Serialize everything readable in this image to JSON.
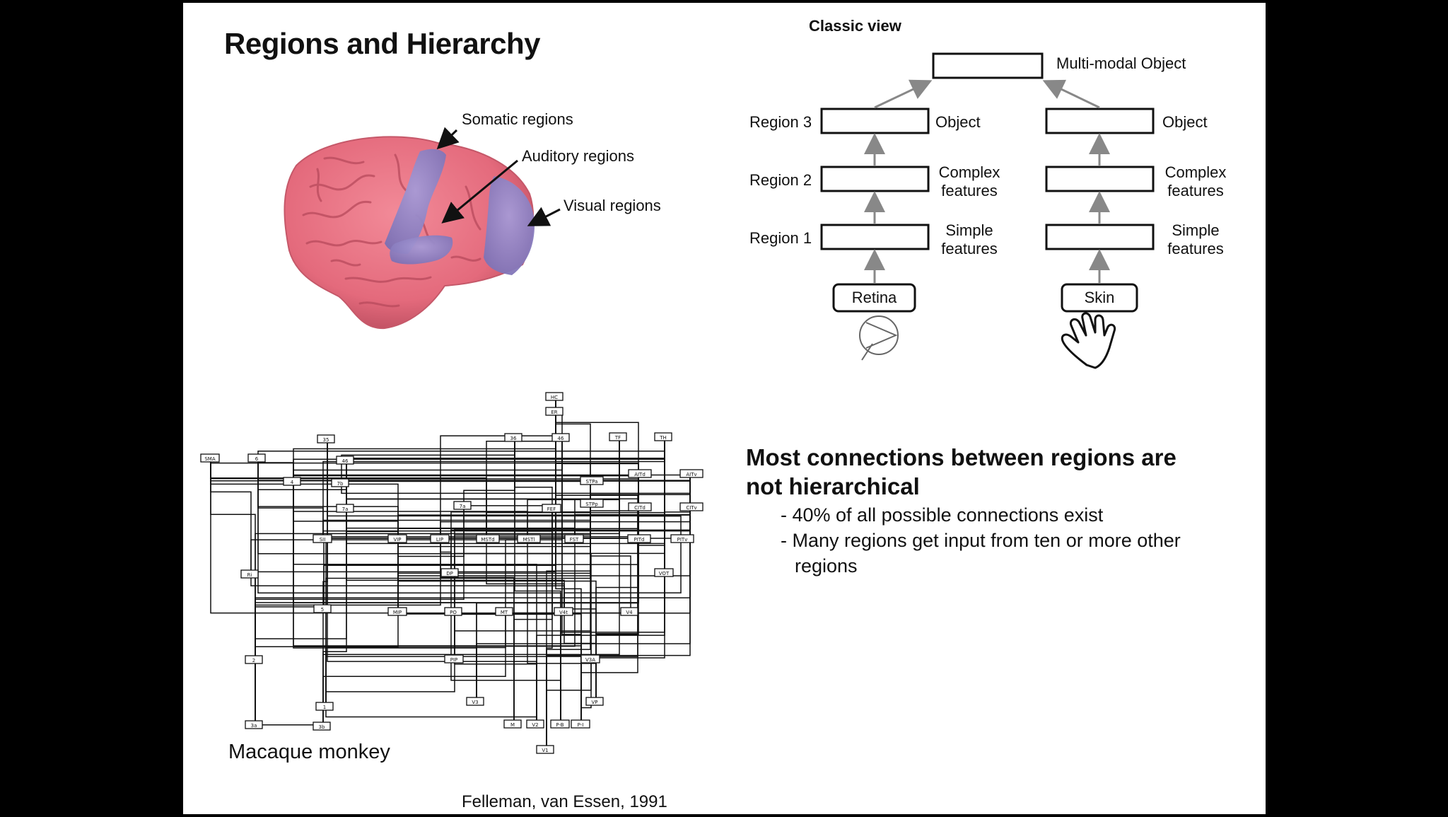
{
  "slide": {
    "title": "Regions and Hierarchy",
    "citation": "Felleman, van Essen, 1991"
  },
  "brain": {
    "somatic_label": "Somatic regions",
    "auditory_label": "Auditory regions",
    "visual_label": "Visual regions",
    "colors": {
      "cortex": "#e8707f",
      "region": "#8f84c4"
    }
  },
  "classic_view": {
    "title": "Classic view",
    "top_label": "Multi-modal Object",
    "region_labels": [
      "Region 3",
      "Region 2",
      "Region 1"
    ],
    "left_column": {
      "labels": [
        "Object",
        "Complex features",
        "Simple features"
      ],
      "input": "Retina",
      "input_icon": "eye-icon"
    },
    "right_column": {
      "labels": [
        "Object",
        "Complex features",
        "Simple features"
      ],
      "input": "Skin",
      "input_icon": "hand-icon"
    }
  },
  "macaque": {
    "caption": "Macaque monkey",
    "node_labels": [
      "SMA",
      "6",
      "35",
      "46",
      "4",
      "7b",
      "7a",
      "SII",
      "Ri",
      "5",
      "2",
      "1",
      "3a",
      "3b",
      "HC",
      "ER",
      "36",
      "46",
      "TF",
      "TH",
      "STPa",
      "AITd",
      "AITv",
      "STPp",
      "CITd",
      "CITv",
      "7a",
      "FEF",
      "VIP",
      "LIP",
      "DP",
      "MSTd",
      "MSTl",
      "FST",
      "PITd",
      "PITv",
      "VOT",
      "MIP",
      "PO",
      "MT",
      "V4t",
      "V4",
      "PIP",
      "V3A",
      "V3",
      "VP",
      "M",
      "V2",
      "P-B",
      "P-I",
      "V1"
    ]
  },
  "claim": {
    "heading_line1": "Most connections between regions are",
    "heading_line2": "not hierarchical",
    "bullet1": "- 40% of all possible connections exist",
    "bullet2": "- Many regions get input from ten or more other regions"
  }
}
